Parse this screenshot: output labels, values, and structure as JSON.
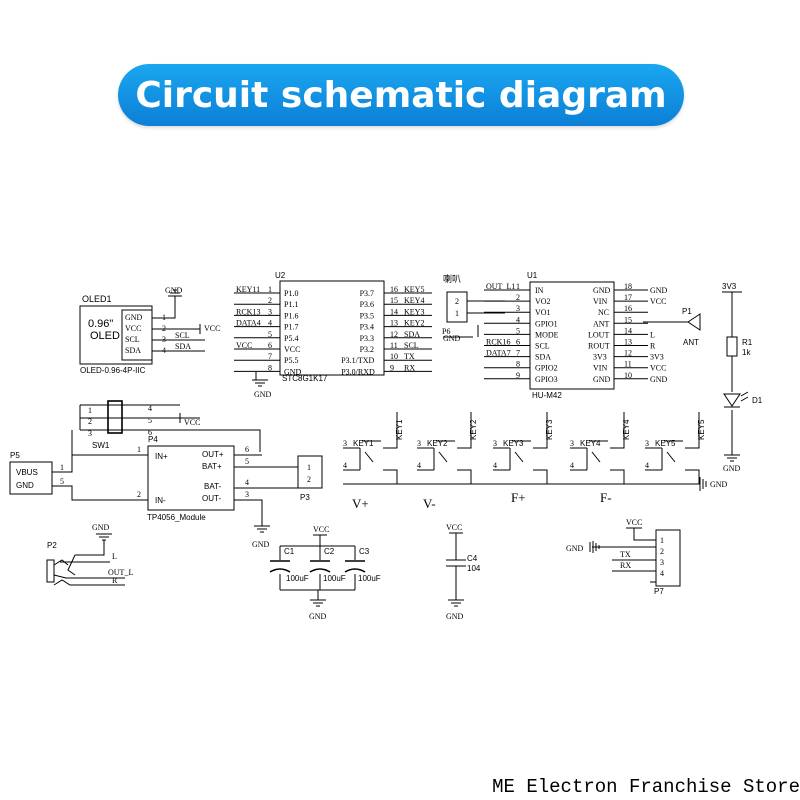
{
  "banner": {
    "title": "Circuit schematic diagram"
  },
  "footer": {
    "store": "ME Electron Franchise Store"
  },
  "oled": {
    "ref": "OLED1",
    "text1": "0.96\"",
    "text2": "OLED",
    "footprint": "OLED-0.96-4P-IIC",
    "pins": [
      {
        "n": "1",
        "name": "GND"
      },
      {
        "n": "2",
        "name": "VCC"
      },
      {
        "n": "3",
        "name": "SCL"
      },
      {
        "n": "4",
        "name": "SDA"
      }
    ],
    "nets": {
      "gnd": "GND",
      "vcc": "VCC",
      "scl": "SCL",
      "sda": "SDA"
    }
  },
  "u2": {
    "ref": "U2",
    "part": "STC8G1K17",
    "left_pins": [
      {
        "n": "1",
        "name": "P1.0",
        "net": "KEY11"
      },
      {
        "n": "2",
        "name": "P1.1",
        "net": ""
      },
      {
        "n": "3",
        "name": "P1.6",
        "net": "RCK13"
      },
      {
        "n": "4",
        "name": "P1.7",
        "net": "DATA4"
      },
      {
        "n": "5",
        "name": "P5.4",
        "net": ""
      },
      {
        "n": "6",
        "name": "VCC",
        "net": "VCC"
      },
      {
        "n": "7",
        "name": "P5.5",
        "net": ""
      },
      {
        "n": "8",
        "name": "GND",
        "net": ""
      }
    ],
    "right_pins": [
      {
        "n": "16",
        "name": "P3.7",
        "net": "KEY5"
      },
      {
        "n": "15",
        "name": "P3.6",
        "net": "KEY4"
      },
      {
        "n": "14",
        "name": "P3.5",
        "net": "KEY3"
      },
      {
        "n": "13",
        "name": "P3.4",
        "net": "KEY2"
      },
      {
        "n": "12",
        "name": "P3.3",
        "net": "SDA"
      },
      {
        "n": "11",
        "name": "P3.2",
        "net": "SCL"
      },
      {
        "n": "10",
        "name": "P3.1/TXD",
        "net": "TX"
      },
      {
        "n": "9",
        "name": "P3.0/RXD",
        "net": "RX"
      }
    ],
    "gnd": "GND"
  },
  "speaker": {
    "label": "喇叭",
    "ref": "P6",
    "pins": [
      "2",
      "1"
    ],
    "gnd": "GND"
  },
  "u1": {
    "ref": "U1",
    "part": "HU-M42",
    "left_pins": [
      {
        "n": "1",
        "name": "IN",
        "net": "OUT_L1"
      },
      {
        "n": "2",
        "name": "VO2",
        "net": ""
      },
      {
        "n": "3",
        "name": "VO1",
        "net": ""
      },
      {
        "n": "4",
        "name": "GPIO1",
        "net": ""
      },
      {
        "n": "5",
        "name": "MODE",
        "net": ""
      },
      {
        "n": "6",
        "name": "SCL",
        "net": "RCK16"
      },
      {
        "n": "7",
        "name": "SDA",
        "net": "DATA7"
      },
      {
        "n": "8",
        "name": "GPIO2",
        "net": ""
      },
      {
        "n": "9",
        "name": "GPIO3",
        "net": ""
      }
    ],
    "right_pins": [
      {
        "n": "18",
        "name": "GND",
        "net": "GND"
      },
      {
        "n": "17",
        "name": "VIN",
        "net": "VCC"
      },
      {
        "n": "16",
        "name": "NC",
        "net": ""
      },
      {
        "n": "15",
        "name": "ANT",
        "net": ""
      },
      {
        "n": "14",
        "name": "LOUT",
        "net": "L"
      },
      {
        "n": "13",
        "name": "ROUT",
        "net": "R"
      },
      {
        "n": "12",
        "name": "3V3",
        "net": "3V3"
      },
      {
        "n": "11",
        "name": "VIN",
        "net": "VCC"
      },
      {
        "n": "10",
        "name": "GND",
        "net": "GND"
      }
    ]
  },
  "antenna": {
    "ref": "P1",
    "label": "ANT"
  },
  "led": {
    "supply": "3V3",
    "r_ref": "R1",
    "r_val": "1k",
    "d_ref": "D1",
    "gnd": "GND"
  },
  "sw1": {
    "ref": "SW1",
    "pins": [
      "1",
      "2",
      "3",
      "4",
      "5",
      "6"
    ],
    "vcc": "VCC"
  },
  "p5": {
    "ref": "P5",
    "pins": [
      {
        "n": "1",
        "name": "VBUS"
      },
      {
        "n": "5",
        "name": "GND"
      }
    ]
  },
  "p4": {
    "ref": "P4",
    "part": "TP4056_Module",
    "pins": [
      {
        "n": "1",
        "name": "IN+"
      },
      {
        "n": "2",
        "name": "IN-"
      },
      {
        "n": "6",
        "name": "OUT+"
      },
      {
        "n": "5",
        "name": "BAT+"
      },
      {
        "n": "4",
        "name": "BAT-"
      },
      {
        "n": "3",
        "name": "OUT-"
      }
    ],
    "gnd": "GND"
  },
  "p3": {
    "ref": "P3",
    "pins": [
      "1",
      "2"
    ]
  },
  "keys": [
    {
      "ref": "KEY1",
      "net": "KEY1",
      "p3": "3",
      "p4": "4"
    },
    {
      "ref": "KEY2",
      "net": "KEY2",
      "p3": "3",
      "p4": "4"
    },
    {
      "ref": "KEY3",
      "net": "KEY3",
      "p3": "3",
      "p4": "4"
    },
    {
      "ref": "KEY4",
      "net": "KEY4",
      "p3": "3",
      "p4": "4"
    },
    {
      "ref": "KEY5",
      "net": "KEY5",
      "p3": "3",
      "p4": "4"
    }
  ],
  "keys_gnd": "GND",
  "key_labels": [
    "V+",
    "V-",
    "F+",
    "F-"
  ],
  "caps": {
    "vcc": "VCC",
    "gnd": "GND",
    "items": [
      {
        "ref": "C1",
        "val": "100uF"
      },
      {
        "ref": "C2",
        "val": "100uF"
      },
      {
        "ref": "C3",
        "val": "100uF"
      }
    ]
  },
  "c4": {
    "ref": "C4",
    "val": "104",
    "vcc": "VCC",
    "gnd": "GND"
  },
  "p2": {
    "ref": "P2",
    "gnd": "GND",
    "pins": [
      {
        "name": "L"
      },
      {
        "name": "OUT_L"
      },
      {
        "name": "R"
      }
    ]
  },
  "p7": {
    "ref": "P7",
    "vcc": "VCC",
    "gnd": "GND",
    "pins": [
      {
        "n": "1",
        "net": ""
      },
      {
        "n": "2",
        "net": "TX"
      },
      {
        "n": "3",
        "net": "RX"
      },
      {
        "n": "4",
        "net": ""
      }
    ]
  }
}
